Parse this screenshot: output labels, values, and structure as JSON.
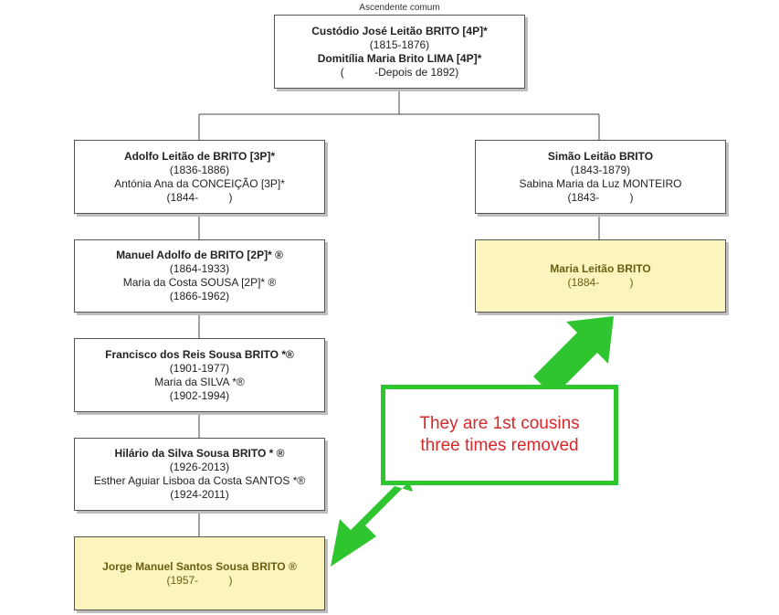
{
  "top_label": "Ascendente comum",
  "root": {
    "name1": "Custódio José Leitão BRITO [4P]*",
    "date1": "(1815-1876)",
    "name2": "Domitília Maria Brito LIMA [4P]*",
    "date2": "(          -Depois de 1892)"
  },
  "left_branch": [
    {
      "name": "Adolfo Leitão de BRITO [3P]*",
      "date": "(1836-1886)",
      "spouse": "Antónia Ana da CONCEIÇÃO [3P]*",
      "spouse_date": "(1844-          )"
    },
    {
      "name": "Manuel Adolfo de BRITO [2P]* ®",
      "date": "(1864-1933)",
      "spouse": "Maria da Costa SOUSA [2P]* ®",
      "spouse_date": "(1866-1962)"
    },
    {
      "name": "Francisco dos Reis Sousa BRITO *®",
      "date": "(1901-1977)",
      "spouse": "Maria da SILVA *®",
      "spouse_date": "(1902-1994)"
    },
    {
      "name": "Hilário da Silva Sousa BRITO * ®",
      "date": "(1926-2013)",
      "spouse": "Esther Aguiar Lisboa da Costa SANTOS *®",
      "spouse_date": "(1924-2011)"
    }
  ],
  "left_descendant": {
    "name": "Jorge Manuel Santos Sousa BRITO ®",
    "date": "(1957-          )"
  },
  "right_branch": [
    {
      "name": "Simão Leitão BRITO",
      "date": "(1843-1879)",
      "spouse": "Sabina Maria da Luz MONTEIRO",
      "spouse_date": "(1843-          )"
    }
  ],
  "right_descendant": {
    "name": "Maria Leitão BRITO",
    "date": "(1884-          )"
  },
  "callout": {
    "line1": "They are 1st cousins",
    "line2": "three times removed"
  },
  "colors": {
    "highlight": "#fbf5bd",
    "arrow": "#2fc52f",
    "callout_text": "#d8282a"
  }
}
